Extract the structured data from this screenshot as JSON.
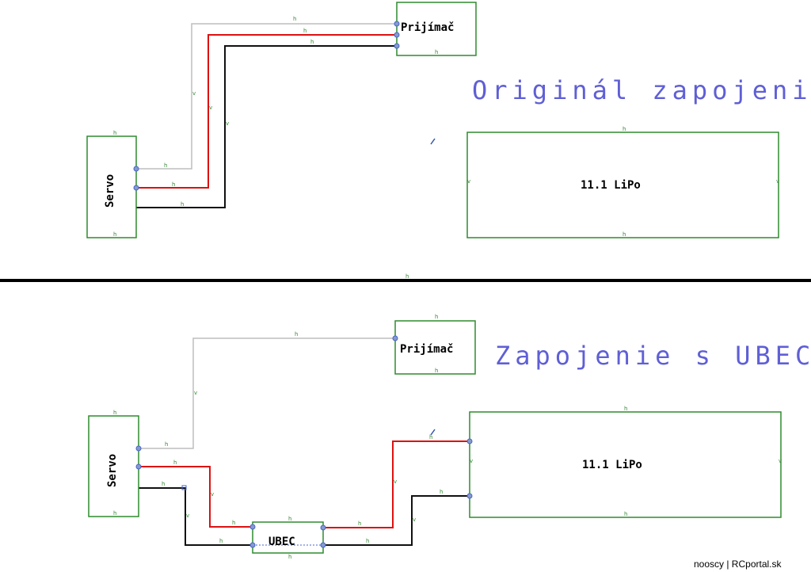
{
  "top": {
    "heading": "Originál zapojenie.",
    "receiver_label": "Prijímač",
    "servo_label": "Servo",
    "battery_label": "11.1 LiPo"
  },
  "bottom": {
    "heading": "Zapojenie s UBEC",
    "receiver_label": "Prijímač",
    "servo_label": "Servo",
    "ubec_label": "UBEC",
    "battery_label": "11.1 LiPo"
  },
  "credit": "noosсy | RCportal.sk",
  "colors": {
    "box_border": "#2e8b2e",
    "wire_signal": "#bdbdbd",
    "wire_positive": "#dd1111",
    "wire_negative": "#111111",
    "heading_text": "#5f5fd6",
    "divider": "#000000"
  }
}
